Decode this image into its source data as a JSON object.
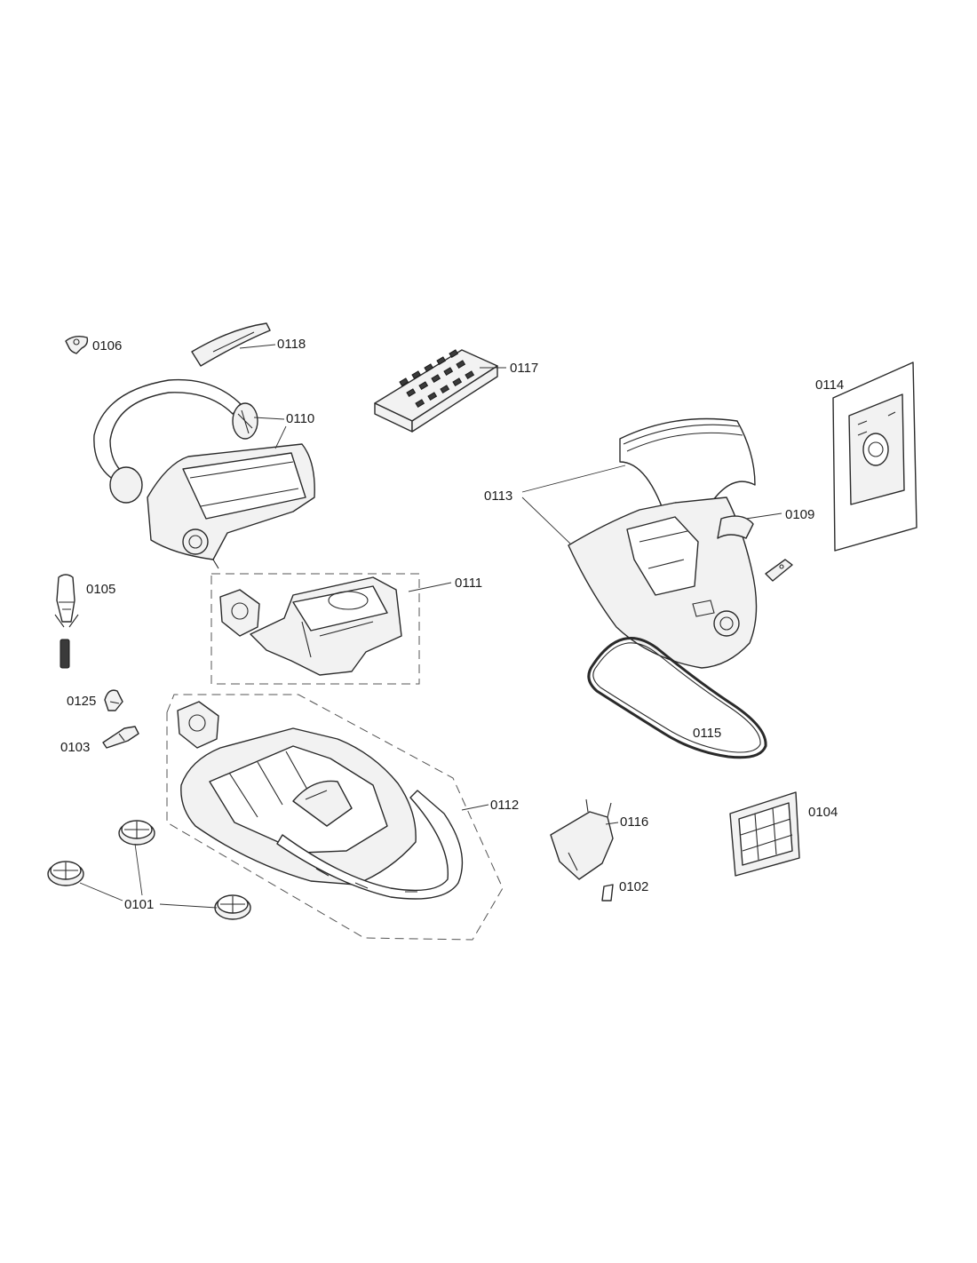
{
  "callouts": {
    "c0106": "0106",
    "c0118": "0118",
    "c0117": "0117",
    "c0114": "0114",
    "c0110": "0110",
    "c0113": "0113",
    "c0109": "0109",
    "c0105": "0105",
    "c0111": "0111",
    "c0125": "0125",
    "c0103": "0103",
    "c0115": "0115",
    "c0112": "0112",
    "c0116": "0116",
    "c0104": "0104",
    "c0102": "0102",
    "c0101": "0101"
  }
}
